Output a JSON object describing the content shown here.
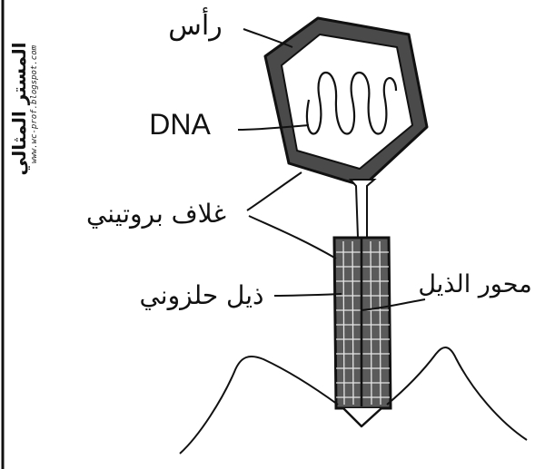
{
  "labels": {
    "head": "رأس",
    "dna": "DNA",
    "protein_sheath": "غلاف بروتيني",
    "helical_tail": "ذيل حلزوني",
    "tail_core": "محور الذيل"
  },
  "watermark": {
    "title": "المستر المثالي",
    "url": "www.wc-prof.blogspot.com"
  },
  "colors": {
    "ink": "#111111",
    "head_fill": "#4a4a4a",
    "tail_fill": "#5a5a5a",
    "paper": "#ffffff"
  }
}
